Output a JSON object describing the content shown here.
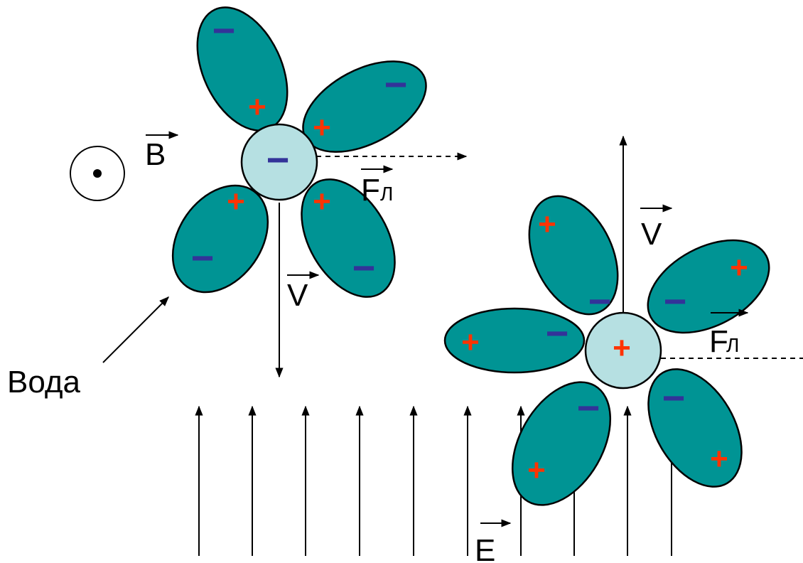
{
  "labels": {
    "B": "B",
    "F1": "F",
    "F1_sub": "Л",
    "V1": "V",
    "V2": "V",
    "F2": "F",
    "F2_sub": "Л",
    "E": "E",
    "water": "Вода"
  },
  "signs": {
    "plus": "+",
    "minus": "−"
  },
  "colors": {
    "petal": "#009494",
    "core": "#b6e0e2",
    "plus": "#ff3300",
    "minus": "#333399",
    "line": "#000000"
  },
  "symbol": "magnetic-field-out-of-page",
  "field_line_count": 10
}
